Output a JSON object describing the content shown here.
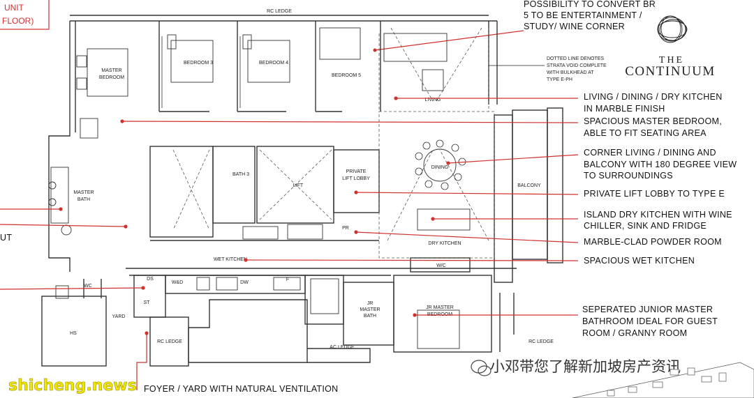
{
  "corner_label": [
    "UNIT",
    "FLOOR)"
  ],
  "brand": {
    "line1": "THE",
    "line2": "CONTINUUM"
  },
  "top_note": [
    "POSSIBILITY TO CONVERT BR",
    "5 TO BE ENTERTAINMENT /",
    "STUDY/ WINE CORNER"
  ],
  "dotted_note": [
    "DOTTED LINE DENOTES",
    "STRATA VOID COMPLETE",
    "WITH BULKHEAD AT",
    "TYPE E-PH"
  ],
  "annotations": [
    [
      "LIVING / DINING / DRY KITCHEN",
      "IN MARBLE FINISH"
    ],
    [
      "SPACIOUS MASTER BEDROOM,",
      "ABLE TO FIT SEATING AREA"
    ],
    [
      "CORNER LIVING / DINING AND",
      "BALCONY WITH 180 DEGREE VIEW",
      "TO SURROUNDINGS"
    ],
    [
      "PRIVATE LIFT LOBBY TO TYPE E"
    ],
    [
      "ISLAND DRY KITCHEN WITH WINE",
      "CHILLER, SINK AND FRIDGE"
    ],
    [
      "MARBLE-CLAD POWDER ROOM"
    ],
    [
      "SPACIOUS WET KITCHEN"
    ],
    [
      "SEPERATED JUNIOR MASTER",
      "BATHROOM IDEAL FOR GUEST",
      "ROOM / GRANNY ROOM"
    ]
  ],
  "bottom_note": "FOYER / YARD WITH NATURAL VENTILATION",
  "left_fragment": "UT",
  "rooms": {
    "rc_ledge_top": "RC LEDGE",
    "master_bedroom": [
      "MASTER",
      "BEDROOM"
    ],
    "bedroom3": "BEDROOM 3",
    "bedroom4": "BEDROOM 4",
    "bedroom5": "BEDROOM 5",
    "living": "LIVING",
    "master_bath": [
      "MASTER",
      "BATH"
    ],
    "bath3": "BATH 3",
    "lift": "LIFT",
    "private_lift_lobby": [
      "PRIVATE",
      "LIFT LOBBY"
    ],
    "dining": "DINING",
    "balcony": "BALCONY",
    "pr": "PR",
    "dry_kitchen": "DRY KITCHEN",
    "wet_kitchen": "WET KITCHEN",
    "wc": "WC",
    "ds": "DS",
    "st": "ST",
    "wm": "W&D",
    "dw": "DW",
    "f": "F",
    "wine": "W/C",
    "yard": "YARD",
    "hs": "HS",
    "rc_ledge_yard": "RC LEDGE",
    "jr_master_bath": [
      "JR",
      "MASTER",
      "BATH"
    ],
    "jr_master_bedroom": [
      "JR MASTER",
      "BEDROOM"
    ],
    "ac_ledge": "AC LEDGE",
    "rc_ledge_right": "RC LEDGE"
  },
  "watermark": {
    "site": "shicheng.news",
    "cn": "小邓带您了解新加坡房产资讯"
  },
  "colors": {
    "red": "#d0312d",
    "line": "#333333",
    "yellow": "#f2e600"
  }
}
